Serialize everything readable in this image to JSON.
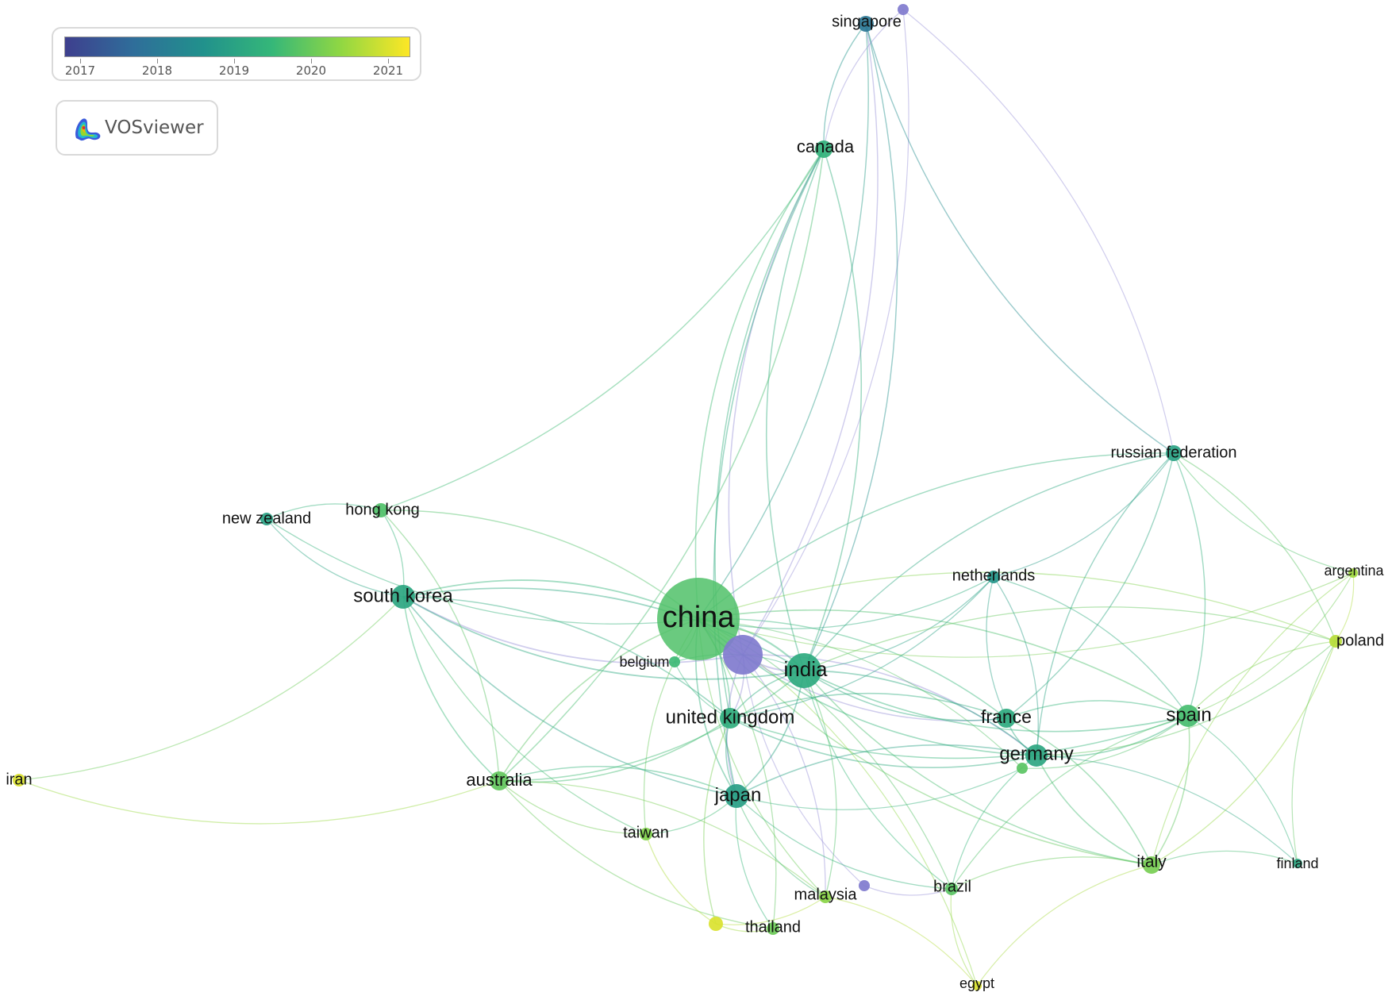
{
  "legend": {
    "years": [
      "2017",
      "2018",
      "2019",
      "2020",
      "2021"
    ],
    "colors": [
      "#3e3f8e",
      "#2f6e9a",
      "#21918c",
      "#35b779",
      "#90d743",
      "#fde725"
    ]
  },
  "brand": {
    "name": "VOSviewer"
  },
  "nodes": [
    {
      "id": "china",
      "label": "china",
      "year": 2019.7,
      "weight": 10
    },
    {
      "id": "usa",
      "label": "",
      "year": 2017.3,
      "weight": 5
    },
    {
      "id": "india",
      "label": "india",
      "year": 2019.1,
      "weight": 6
    },
    {
      "id": "south_korea",
      "label": "south korea",
      "year": 2019.0,
      "weight": 4
    },
    {
      "id": "united_kingdom",
      "label": "united kingdom",
      "year": 2019.2,
      "weight": 3
    },
    {
      "id": "japan",
      "label": "japan",
      "year": 2018.8,
      "weight": 3.5
    },
    {
      "id": "spain",
      "label": "spain",
      "year": 2019.6,
      "weight": 3.5
    },
    {
      "id": "germany",
      "label": "germany",
      "year": 2019.0,
      "weight": 3.5
    },
    {
      "id": "france",
      "label": "france",
      "year": 2019.1,
      "weight": 3
    },
    {
      "id": "australia",
      "label": "australia",
      "year": 2019.9,
      "weight": 3
    },
    {
      "id": "canada",
      "label": "canada",
      "year": 2019.3,
      "weight": 3
    },
    {
      "id": "singapore",
      "label": "singapore",
      "year": 2017.8,
      "weight": 2.5
    },
    {
      "id": "russian_federation",
      "label": "russian federation",
      "year": 2018.9,
      "weight": 2.5
    },
    {
      "id": "hong_kong",
      "label": "hong kong",
      "year": 2019.7,
      "weight": 2.5
    },
    {
      "id": "new_zealand",
      "label": "new zealand",
      "year": 2018.9,
      "weight": 2
    },
    {
      "id": "netherlands",
      "label": "netherlands",
      "year": 2018.6,
      "weight": 2
    },
    {
      "id": "belgium",
      "label": "belgium",
      "year": 2019.5,
      "weight": 1.5
    },
    {
      "id": "argentina",
      "label": "argentina",
      "year": 2020.5,
      "weight": 1.5
    },
    {
      "id": "poland",
      "label": "poland",
      "year": 2020.7,
      "weight": 2
    },
    {
      "id": "finland",
      "label": "finland",
      "year": 2019.0,
      "weight": 1.5
    },
    {
      "id": "italy",
      "label": "italy",
      "year": 2020.1,
      "weight": 3
    },
    {
      "id": "brazil",
      "label": "brazil",
      "year": 2019.8,
      "weight": 2
    },
    {
      "id": "malaysia",
      "label": "malaysia",
      "year": 2020.3,
      "weight": 2
    },
    {
      "id": "thailand",
      "label": "thailand",
      "year": 2020.0,
      "weight": 2
    },
    {
      "id": "taiwan",
      "label": "taiwan",
      "year": 2020.2,
      "weight": 2
    },
    {
      "id": "egypt",
      "label": "egypt",
      "year": 2021.0,
      "weight": 1.5
    },
    {
      "id": "iran",
      "label": "iran",
      "year": 2021.0,
      "weight": 2
    },
    {
      "id": "unlabeled_yellow",
      "label": "",
      "year": 2021.0,
      "weight": 2.5
    },
    {
      "id": "unlabeled_purple_malaysia",
      "label": "",
      "year": 2017.3,
      "weight": 1.5
    },
    {
      "id": "unlabeled_purple_singapore",
      "label": "",
      "year": 2017.3,
      "weight": 1.5
    },
    {
      "id": "unlabeled_green_germany",
      "label": "",
      "year": 2019.8,
      "weight": 1.5
    }
  ],
  "links": [
    [
      "china",
      "usa"
    ],
    [
      "china",
      "india"
    ],
    [
      "china",
      "south_korea"
    ],
    [
      "china",
      "united_kingdom"
    ],
    [
      "china",
      "japan"
    ],
    [
      "china",
      "spain"
    ],
    [
      "china",
      "germany"
    ],
    [
      "china",
      "france"
    ],
    [
      "china",
      "australia"
    ],
    [
      "china",
      "canada"
    ],
    [
      "china",
      "singapore"
    ],
    [
      "china",
      "russian_federation"
    ],
    [
      "china",
      "hong_kong"
    ],
    [
      "china",
      "new_zealand"
    ],
    [
      "china",
      "netherlands"
    ],
    [
      "china",
      "belgium"
    ],
    [
      "china",
      "italy"
    ],
    [
      "china",
      "brazil"
    ],
    [
      "china",
      "malaysia"
    ],
    [
      "china",
      "thailand"
    ],
    [
      "china",
      "taiwan"
    ],
    [
      "china",
      "poland"
    ],
    [
      "china",
      "argentina"
    ],
    [
      "china",
      "egypt"
    ],
    [
      "usa",
      "india"
    ],
    [
      "usa",
      "canada"
    ],
    [
      "usa",
      "singapore"
    ],
    [
      "usa",
      "united_kingdom"
    ],
    [
      "usa",
      "japan"
    ],
    [
      "usa",
      "germany"
    ],
    [
      "usa",
      "france"
    ],
    [
      "usa",
      "malaysia"
    ],
    [
      "usa",
      "unlabeled_purple_malaysia"
    ],
    [
      "usa",
      "south_korea"
    ],
    [
      "usa",
      "unlabeled_purple_singapore"
    ],
    [
      "india",
      "south_korea"
    ],
    [
      "india",
      "united_kingdom"
    ],
    [
      "india",
      "japan"
    ],
    [
      "india",
      "spain"
    ],
    [
      "india",
      "germany"
    ],
    [
      "india",
      "france"
    ],
    [
      "india",
      "australia"
    ],
    [
      "india",
      "netherlands"
    ],
    [
      "india",
      "russian_federation"
    ],
    [
      "india",
      "singapore"
    ],
    [
      "india",
      "canada"
    ],
    [
      "india",
      "italy"
    ],
    [
      "india",
      "poland"
    ],
    [
      "india",
      "brazil"
    ],
    [
      "india",
      "malaysia"
    ],
    [
      "south_korea",
      "hong_kong"
    ],
    [
      "south_korea",
      "new_zealand"
    ],
    [
      "south_korea",
      "japan"
    ],
    [
      "south_korea",
      "united_kingdom"
    ],
    [
      "south_korea",
      "australia"
    ],
    [
      "south_korea",
      "iran"
    ],
    [
      "south_korea",
      "taiwan"
    ],
    [
      "south_korea",
      "india"
    ],
    [
      "hong_kong",
      "new_zealand"
    ],
    [
      "hong_kong",
      "australia"
    ],
    [
      "hong_kong",
      "canada"
    ],
    [
      "spain",
      "germany"
    ],
    [
      "spain",
      "france"
    ],
    [
      "spain",
      "italy"
    ],
    [
      "spain",
      "argentina"
    ],
    [
      "spain",
      "poland"
    ],
    [
      "spain",
      "russian_federation"
    ],
    [
      "spain",
      "finland"
    ],
    [
      "spain",
      "netherlands"
    ],
    [
      "spain",
      "united_kingdom"
    ],
    [
      "spain",
      "brazil"
    ],
    [
      "germany",
      "france"
    ],
    [
      "germany",
      "italy"
    ],
    [
      "germany",
      "finland"
    ],
    [
      "germany",
      "netherlands"
    ],
    [
      "germany",
      "united_kingdom"
    ],
    [
      "germany",
      "brazil"
    ],
    [
      "germany",
      "russian_federation"
    ],
    [
      "germany",
      "poland"
    ],
    [
      "france",
      "italy"
    ],
    [
      "france",
      "united_kingdom"
    ],
    [
      "france",
      "netherlands"
    ],
    [
      "france",
      "russian_federation"
    ],
    [
      "russian_federation",
      "poland"
    ],
    [
      "russian_federation",
      "argentina"
    ],
    [
      "russian_federation",
      "netherlands"
    ],
    [
      "russian_federation",
      "unlabeled_purple_singapore"
    ],
    [
      "russian_federation",
      "singapore"
    ],
    [
      "australia",
      "united_kingdom"
    ],
    [
      "australia",
      "japan"
    ],
    [
      "australia",
      "taiwan"
    ],
    [
      "australia",
      "iran"
    ],
    [
      "australia",
      "thailand"
    ],
    [
      "australia",
      "malaysia"
    ],
    [
      "australia",
      "canada"
    ],
    [
      "japan",
      "taiwan"
    ],
    [
      "japan",
      "thailand"
    ],
    [
      "japan",
      "united_kingdom"
    ],
    [
      "japan",
      "malaysia"
    ],
    [
      "japan",
      "germany"
    ],
    [
      "japan",
      "brazil"
    ],
    [
      "canada",
      "singapore"
    ],
    [
      "canada",
      "united_kingdom"
    ],
    [
      "canada",
      "india"
    ],
    [
      "canada",
      "japan"
    ],
    [
      "canada",
      "unlabeled_purple_singapore"
    ],
    [
      "italy",
      "poland"
    ],
    [
      "italy",
      "argentina"
    ],
    [
      "italy",
      "brazil"
    ],
    [
      "italy",
      "finland"
    ],
    [
      "italy",
      "egypt"
    ],
    [
      "argentina",
      "poland"
    ],
    [
      "poland",
      "finland"
    ],
    [
      "thailand",
      "unlabeled_yellow"
    ],
    [
      "taiwan",
      "unlabeled_yellow"
    ],
    [
      "malaysia",
      "egypt"
    ],
    [
      "united_kingdom",
      "unlabeled_yellow"
    ],
    [
      "malaysia",
      "unlabeled_yellow"
    ],
    [
      "brazil",
      "egypt"
    ],
    [
      "brazil",
      "unlabeled_purple_malaysia"
    ],
    [
      "unlabeled_green_germany",
      "spain"
    ],
    [
      "unlabeled_green_germany",
      "japan"
    ],
    [
      "unlabeled_green_germany",
      "china"
    ],
    [
      "belgium",
      "india"
    ],
    [
      "belgium",
      "united_kingdom"
    ],
    [
      "netherlands",
      "united_kingdom"
    ]
  ]
}
